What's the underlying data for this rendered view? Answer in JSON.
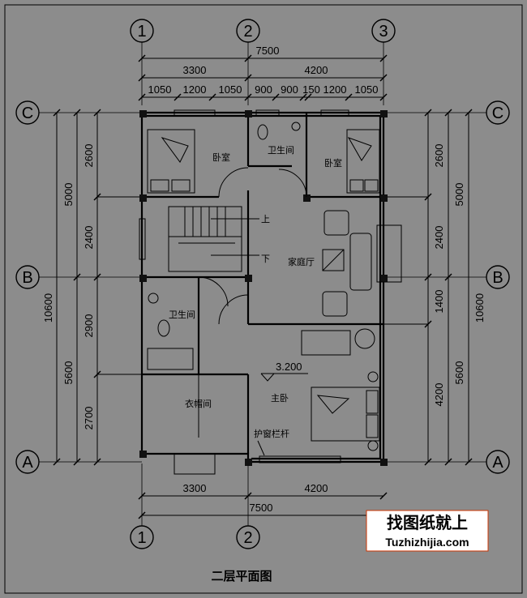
{
  "drawing": {
    "title": "二层平面图",
    "axes_top": [
      "1",
      "2",
      "3"
    ],
    "axes_bottom": [
      "1",
      "2"
    ],
    "axes_left": [
      "C",
      "B",
      "A"
    ],
    "axes_right": [
      "C",
      "B",
      "A"
    ],
    "total_width": "7500",
    "top_dims_1": [
      "3300",
      "4200"
    ],
    "top_dims_2": [
      "1050",
      "1200",
      "1050",
      "900",
      "900",
      "150",
      "1200",
      "1050"
    ],
    "bottom_dims_1": [
      "3300",
      "4200"
    ],
    "total_depth": "10600",
    "left_dims_1": [
      "5000",
      "5600"
    ],
    "left_dims_2": [
      "2600",
      "2400",
      "2900",
      "2700"
    ],
    "right_dims_1": [
      "5000",
      "5600"
    ],
    "right_dims_2": [
      "2600",
      "2400",
      "1400",
      "4200"
    ],
    "elevation": "3.200"
  },
  "rooms": {
    "bedroom_left": "卧室",
    "bathroom_top": "卫生间",
    "bedroom_right": "卧室",
    "stair_up": "上",
    "stair_down": "下",
    "family_hall": "家庭厅",
    "bathroom_mid": "卫生间",
    "wardrobe": "衣帽间",
    "master_bedroom": "主卧",
    "railing": "护窗栏杆"
  },
  "watermark": {
    "slogan": "找图纸就上",
    "site": "Tuzhizhijia.com"
  },
  "colors": {
    "background": "#8c8c8c",
    "line": "#000000",
    "wall": "#111111"
  }
}
